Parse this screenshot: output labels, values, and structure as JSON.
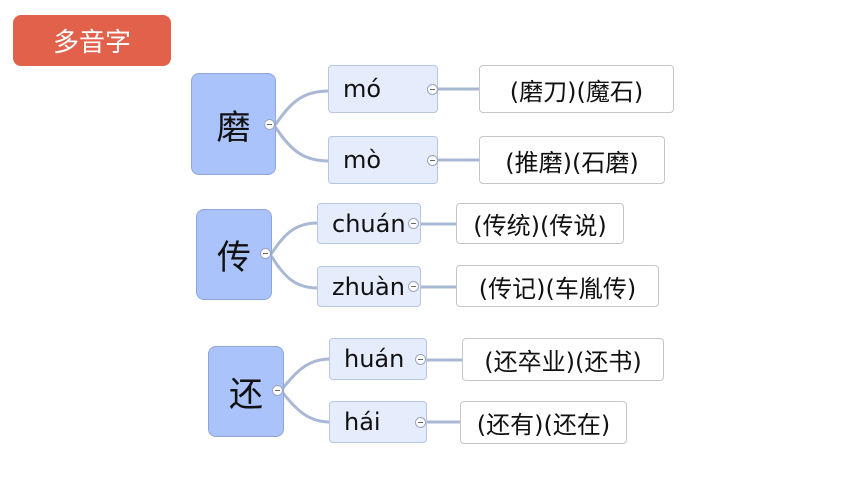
{
  "title": "多音字",
  "groups": [
    {
      "char": "磨",
      "readings": [
        {
          "pinyin": "mó",
          "words": "(磨刀)(魔石)"
        },
        {
          "pinyin": "mò",
          "words": "(推磨)(石磨)"
        }
      ]
    },
    {
      "char": "传",
      "readings": [
        {
          "pinyin": "chuán",
          "words": "(传统)(传说)"
        },
        {
          "pinyin": "zhuàn",
          "words": "(传记)(车胤传)"
        }
      ]
    },
    {
      "char": "还",
      "readings": [
        {
          "pinyin": "huán",
          "words": "(还卒业)(还书)"
        },
        {
          "pinyin": "hái",
          "words": "(还有)(还在)"
        }
      ]
    }
  ],
  "colors": {
    "badge": "#e2614b",
    "char_node": "#abc3fb",
    "pinyin_node": "#e5edfc",
    "connector": "#a9b8d4"
  }
}
